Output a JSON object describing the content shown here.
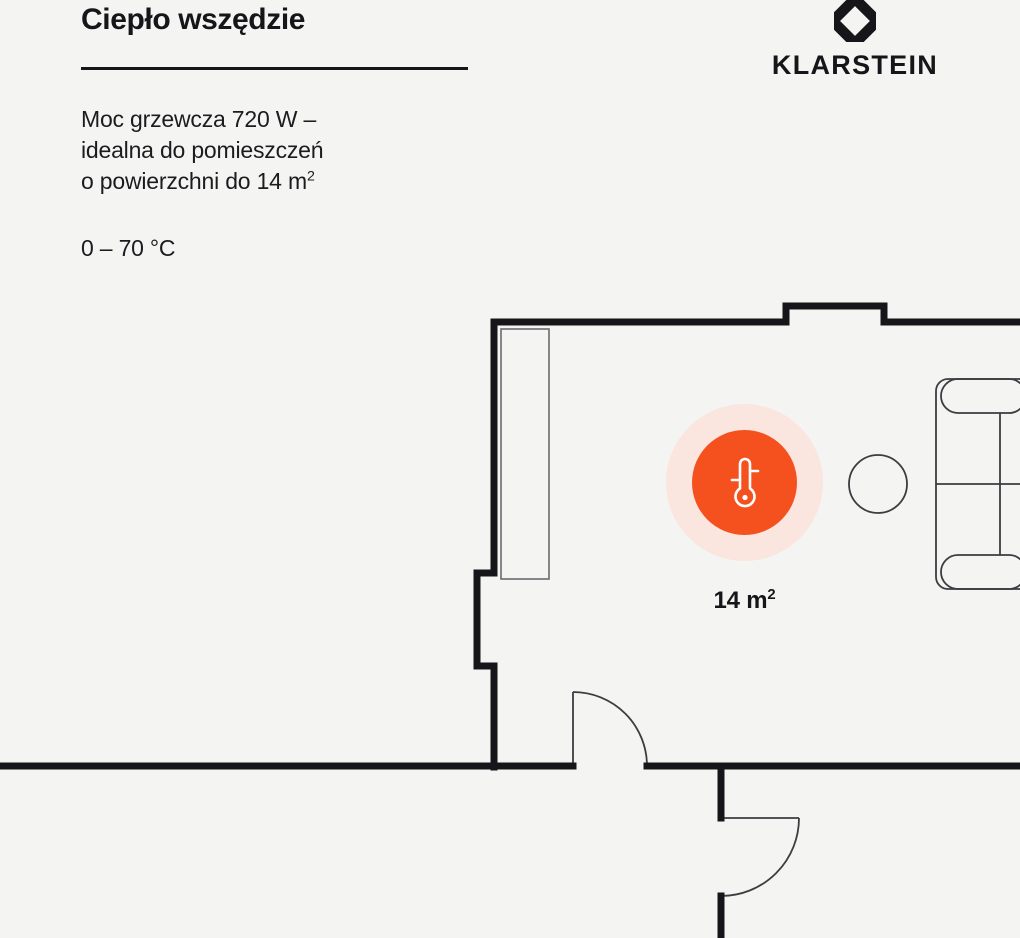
{
  "headline": "Ciepło wszędzie",
  "body_copy": "Moc grzewcza 720 W –\nidealna do pomieszczeń\no powierzchni do 14 m²",
  "temp_range": "0 – 70 °C",
  "brand": {
    "name": "KLARSTEIN",
    "mark_icon": "octagon-diamond-logo-icon"
  },
  "floorplan": {
    "heater": {
      "icon": "thermometer-icon",
      "badge_color": "#f4511e",
      "halo_color": "#fae6de"
    },
    "area_label": "14 m²",
    "furniture": [
      {
        "name": "counter-rectangle",
        "icon": "rectangle-furniture-icon"
      },
      {
        "name": "round-table",
        "icon": "circle-furniture-icon"
      },
      {
        "name": "sofa",
        "icon": "sofa-furniture-icon"
      }
    ],
    "doors": [
      {
        "name": "door-left",
        "icon": "door-swing-icon"
      },
      {
        "name": "door-right",
        "icon": "door-swing-icon"
      }
    ],
    "wall_color": "#16161a",
    "furniture_line_color": "#4a4a4e"
  },
  "colors": {
    "background": "#f4f4f3",
    "ink": "#16161a",
    "accent": "#f4511e",
    "accent_soft": "#fae6de"
  }
}
